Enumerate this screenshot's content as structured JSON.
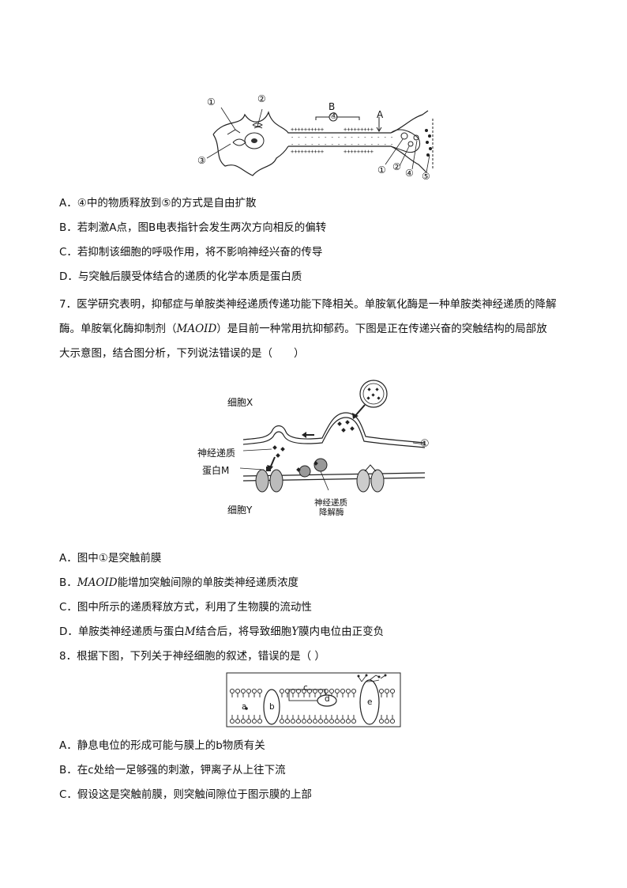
{
  "q6": {
    "fig_labels": {
      "n1": "①",
      "n2": "②",
      "n3": "③",
      "B": "B",
      "n4": "④",
      "A": "A",
      "n1b": "①",
      "n2b": "②",
      "n4b": "④",
      "n5": "⑤"
    },
    "options": [
      "A．④中的物质释放到⑤的方式是自由扩散",
      "B．若刺激A点，图B电表指针会发生两次方向相反的偏转",
      "C．若抑制该细胞的呼吸作用，将不影响神经兴奋的传导",
      "D．与突触后膜受体结合的递质的化学本质是蛋白质"
    ]
  },
  "q7": {
    "stem_1": "7．医学研究表明，抑郁症与单胺类神经递质传递功能下降相关。单胺氧化酶是一种单胺类神经递质的降解",
    "stem_2a": "酶。单胺氧化酶抑制剂（",
    "stem_2_var": "MAOID",
    "stem_2b": "）是目前一种常用抗抑郁药。下图是正在传递兴奋的突触结构的局部放",
    "stem_3": "大示意图，结合图分析，下列说法错误的是（　　）",
    "fig_labels": {
      "cell_x": "细胞X",
      "circle1": "①",
      "transmitter": "神经递质",
      "protein_m": "蛋白M",
      "cell_y": "细胞Y",
      "enzyme_1": "神经递质",
      "enzyme_2": "降解酶"
    },
    "optA": "A．图中①是突触前膜",
    "optB_pre": "B．",
    "optB_var": "MAOID",
    "optB_post": "能增加突触间隙的单胺类神经递质浓度",
    "optC": "C．图中所示的递质释放方式，利用了生物膜的流动性",
    "optD_pre": "D．单胺类神经递质与蛋白",
    "optD_var1": "M",
    "optD_mid": "结合后，将导致细胞",
    "optD_var2": "Y",
    "optD_post": "膜内电位由正变负"
  },
  "q8": {
    "stem": "8．根据下图，下列关于神经细胞的叙述，错误的是（ ）",
    "fig_labels": {
      "a": "a",
      "b": "b",
      "c": "c",
      "d": "d",
      "e": "e"
    },
    "options": [
      "A．静息电位的形成可能与膜上的b物质有关",
      "B．在c处给一足够强的刺激，钾离子从上往下流",
      "C．假设这是突触前膜，则突触间隙位于图示膜的上部"
    ]
  }
}
